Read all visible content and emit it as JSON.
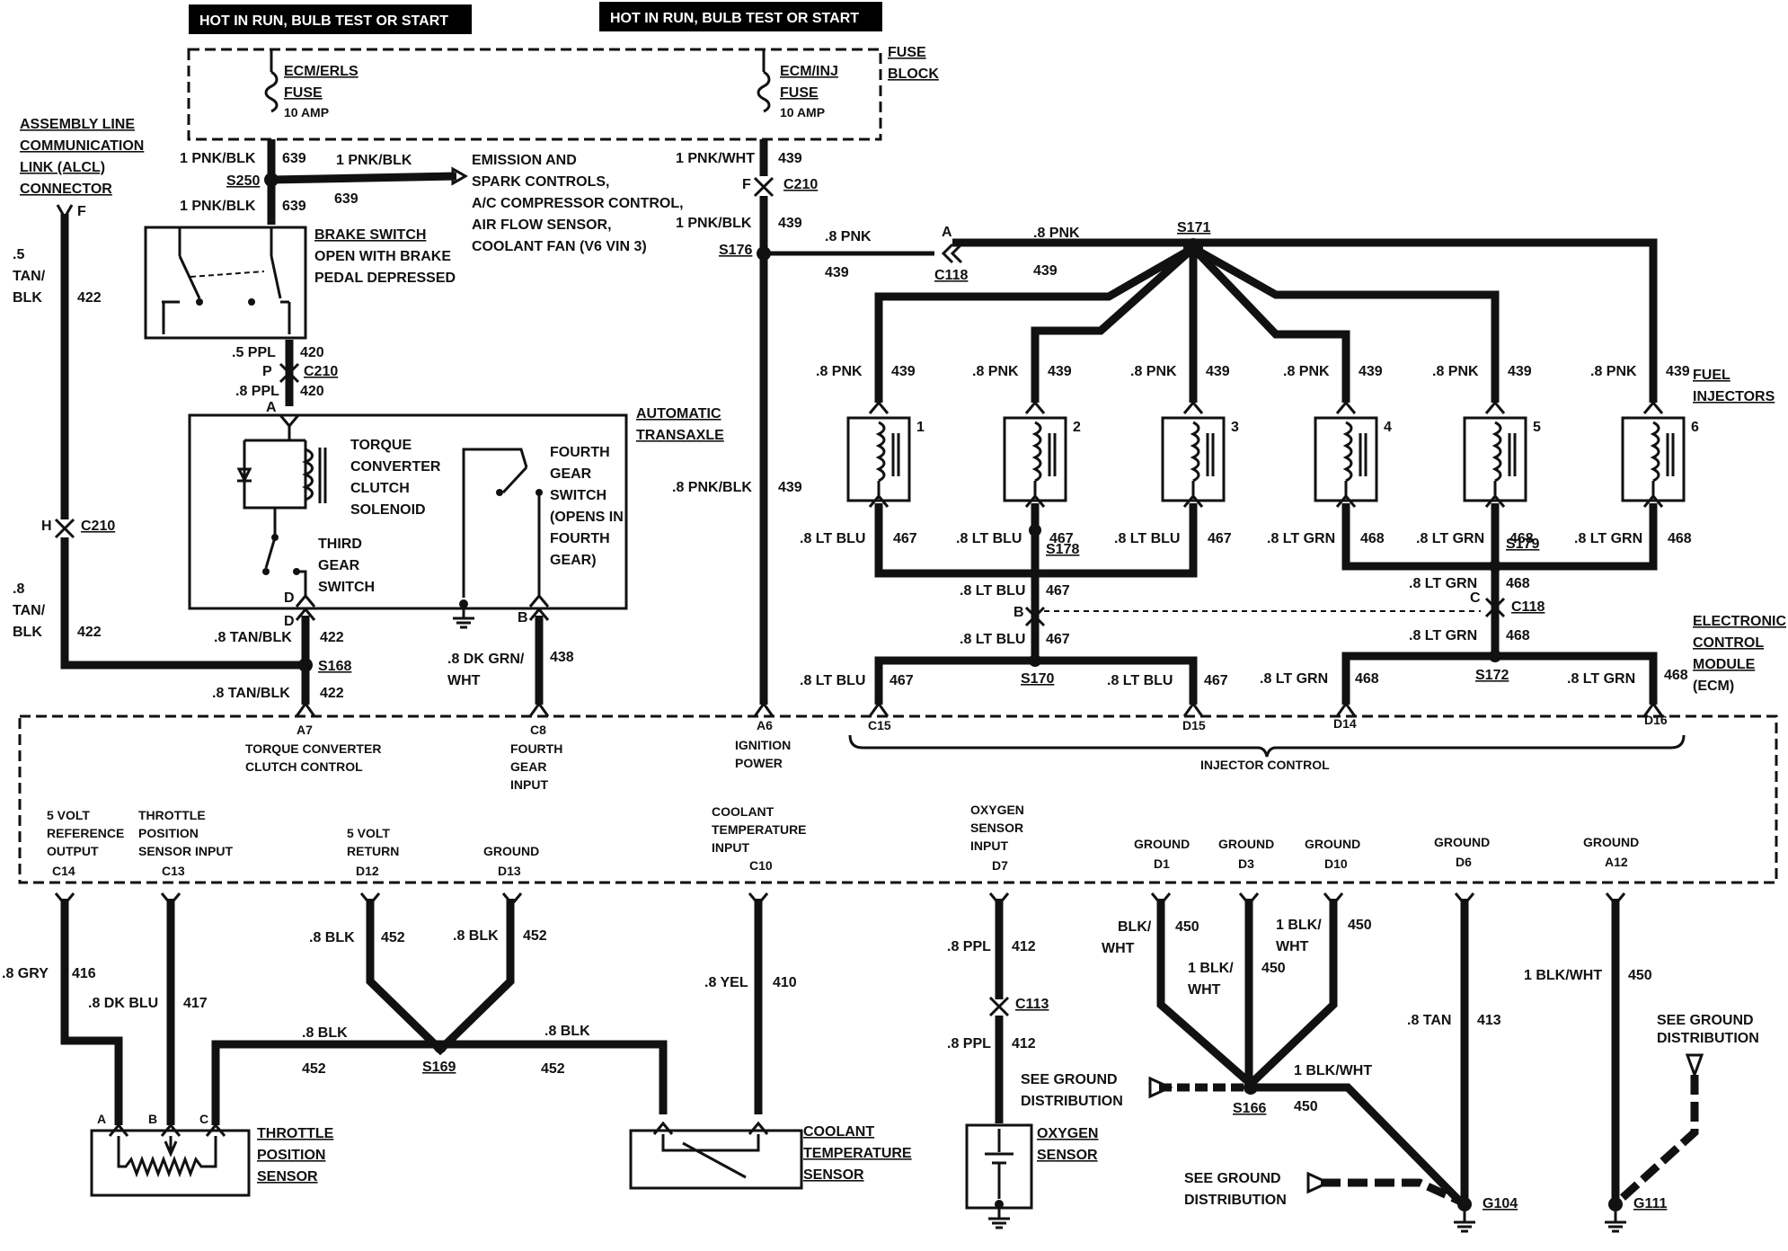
{
  "banners": [
    "HOT IN RUN, BULB TEST OR START",
    "HOT IN RUN, BULB TEST OR START"
  ],
  "fuse_block": {
    "label": [
      "FUSE",
      "BLOCK"
    ],
    "fuse1": [
      "ECM/ERLS",
      "FUSE",
      "10 AMP"
    ],
    "fuse2": [
      "ECM/INJ",
      "FUSE",
      "10 AMP"
    ]
  },
  "alcl": {
    "title": [
      "ASSEMBLY LINE",
      "COMMUNICATION",
      "LINK (ALCL)",
      "CONNECTOR"
    ],
    "pin": "F",
    "wire_top": [
      ".5",
      "TAN/",
      "BLK"
    ],
    "circuit_top": "422",
    "conn_pin": "H",
    "conn": "C210",
    "wire_bot": [
      ".8",
      "TAN/",
      "BLK"
    ],
    "circuit_bot": "422"
  },
  "left_feed": {
    "w1": "1 PNK/BLK",
    "c1": "639",
    "splice": "S250",
    "w2": "1 PNK/BLK",
    "c2": "639",
    "branch_wire": "1 PNK/BLK",
    "branch_circuit": "639",
    "branch_to": [
      "EMISSION AND",
      "SPARK CONTROLS,",
      "A/C COMPRESSOR CONTROL,",
      "AIR FLOW SENSOR,",
      "COOLANT FAN (V6 VIN 3)"
    ]
  },
  "brake_switch": {
    "title": "BRAKE SWITCH",
    "desc": [
      "OPEN WITH BRAKE",
      "PEDAL DEPRESSED"
    ],
    "w_out": ".5 PPL",
    "c_out": "420",
    "conn_pin": "P",
    "conn": "C210",
    "w_in": ".8 PPL",
    "c_in": "420"
  },
  "transaxle": {
    "title": [
      "AUTOMATIC",
      "TRANSAXLE"
    ],
    "pin_a": "A",
    "tcc": [
      "TORQUE",
      "CONVERTER",
      "CLUTCH",
      "SOLENOID"
    ],
    "third": [
      "THIRD",
      "GEAR",
      "SWITCH"
    ],
    "fourth": [
      "FOURTH",
      "GEAR",
      "SWITCH",
      "(OPENS IN",
      "FOURTH",
      "GEAR)"
    ],
    "pin_d": "D",
    "pin_b": "B"
  },
  "tcc_wire": {
    "pin": "D",
    "w1": ".8 TAN/BLK",
    "c1": "422",
    "splice": "S168",
    "w2": ".8 TAN/BLK",
    "c2": "422"
  },
  "fourth_wire": {
    "pin": "B",
    "w": [
      ".8 DK GRN/",
      "WHT"
    ],
    "c": "438"
  },
  "right_feed": {
    "w1": "1 PNK/WHT",
    "c1": "439",
    "conn_pin": "F",
    "conn": "C210",
    "w2": "1 PNK/BLK",
    "c2": "439",
    "splice": "S176",
    "w3": ".8 PNK/BLK",
    "c3": "439"
  },
  "injector_feed": {
    "w_a": ".8 PNK",
    "c_a": "439",
    "conn_pin": "A",
    "conn": "C118",
    "w_b": ".8 PNK",
    "c_b": "439",
    "splice": "S171"
  },
  "injectors": {
    "label": [
      "FUEL",
      "INJECTORS"
    ],
    "items": [
      {
        "num": "1",
        "w": ".8 PNK",
        "c": "439",
        "wo": ".8 LT BLU",
        "co": "467"
      },
      {
        "num": "2",
        "w": ".8 PNK",
        "c": "439",
        "wo": ".8 LT BLU",
        "co": "467"
      },
      {
        "num": "3",
        "w": ".8 PNK",
        "c": "439",
        "wo": ".8 LT BLU",
        "co": "467"
      },
      {
        "num": "4",
        "w": ".8 PNK",
        "c": "439",
        "wo": ".8 LT GRN",
        "co": "468"
      },
      {
        "num": "5",
        "w": ".8 PNK",
        "c": "439",
        "wo": ".8 LT GRN",
        "co": "468"
      },
      {
        "num": "6",
        "w": ".8 PNK",
        "c": "439",
        "wo": ".8 LT GRN",
        "co": "468"
      }
    ]
  },
  "bank_a": {
    "s178": "S178",
    "w1": ".8 LT BLU",
    "c1": "467",
    "conn_pin": "B",
    "conn": "C118",
    "w2": ".8 LT BLU",
    "c2": "467",
    "s170": "S170",
    "wl": ".8 LT BLU",
    "cl": "467",
    "wr": ".8 LT BLU",
    "cr": "467"
  },
  "bank_b": {
    "s179": "S179",
    "w1": ".8 LT GRN",
    "c1": "468",
    "conn_pin": "C",
    "conn": "C118",
    "w2": ".8 LT GRN",
    "c2": "468",
    "s172": "S172",
    "wl": ".8 LT GRN",
    "cl": "468",
    "wr": ".8 LT GRN",
    "cr": "468"
  },
  "ecm": {
    "label": [
      "ELECTRONIC",
      "CONTROL",
      "MODULE",
      "(ECM)"
    ],
    "top_pins": [
      {
        "pin": "A7",
        "desc": [
          "TORQUE CONVERTER",
          "CLUTCH CONTROL"
        ]
      },
      {
        "pin": "C8",
        "desc": [
          "FOURTH",
          "GEAR",
          "INPUT"
        ]
      },
      {
        "pin": "A6",
        "desc": [
          "IGNITION",
          "POWER"
        ]
      },
      {
        "pin": "C15",
        "desc": []
      },
      {
        "pin": "D15",
        "desc": []
      },
      {
        "pin": "D14",
        "desc": []
      },
      {
        "pin": "D16",
        "desc": []
      }
    ],
    "injector_control": "INJECTOR CONTROL",
    "bottom_pins": [
      {
        "pin": "C14",
        "desc": [
          "5 VOLT",
          "REFERENCE",
          "OUTPUT"
        ]
      },
      {
        "pin": "C13",
        "desc": [
          "THROTTLE",
          "POSITION",
          "SENSOR INPUT"
        ]
      },
      {
        "pin": "D12",
        "desc": [
          "5 VOLT",
          "RETURN"
        ]
      },
      {
        "pin": "D13",
        "desc": [
          "GROUND"
        ]
      },
      {
        "pin": "C10",
        "desc": [
          "COOLANT",
          "TEMPERATURE",
          "INPUT"
        ]
      },
      {
        "pin": "D7",
        "desc": [
          "OXYGEN",
          "SENSOR",
          "INPUT"
        ]
      },
      {
        "pin": "D1",
        "desc": [
          "GROUND"
        ]
      },
      {
        "pin": "D3",
        "desc": [
          "GROUND"
        ]
      },
      {
        "pin": "D10",
        "desc": [
          "GROUND"
        ]
      },
      {
        "pin": "D6",
        "desc": [
          "GROUND"
        ]
      },
      {
        "pin": "A12",
        "desc": [
          "GROUND"
        ]
      }
    ]
  },
  "tps_wires": {
    "w416": ".8 GRY",
    "c416": "416",
    "w417": ".8 DK BLU",
    "c417": "417",
    "w452a": ".8 BLK",
    "c452a": "452",
    "w452b": ".8 BLK",
    "c452b": "452",
    "w452c": ".8 BLK",
    "c452c": "452",
    "w452d": ".8 BLK",
    "c452d": "452",
    "splice": "S169"
  },
  "tps": {
    "title": [
      "THROTTLE",
      "POSITION",
      "SENSOR"
    ],
    "pins": [
      "A",
      "B",
      "C"
    ]
  },
  "cts_wire": {
    "w": ".8 YEL",
    "c": "410"
  },
  "cts": {
    "title": [
      "COOLANT",
      "TEMPERATURE",
      "SENSOR"
    ]
  },
  "o2_wire": {
    "w1": ".8 PPL",
    "c1": "412",
    "conn": "C113",
    "w2": ".8 PPL",
    "c2": "412"
  },
  "o2": {
    "title": [
      "OXYGEN",
      "SENSOR"
    ],
    "see": [
      "SEE GROUND",
      "DISTRIBUTION"
    ]
  },
  "grounds": {
    "d1_w": [
      "BLK/",
      "WHT"
    ],
    "d1_c": "450",
    "d3_w": [
      "1 BLK/",
      "WHT"
    ],
    "d3_c": "450",
    "d10_w": [
      "1 BLK/",
      "WHT"
    ],
    "d10_c": "450",
    "d6_w": ".8 TAN",
    "d6_c": "413",
    "a12_w": "1 BLK/WHT",
    "a12_c": "450",
    "s166": "S166",
    "s166_w": "1 BLK/WHT",
    "s166_c": "450",
    "see1": [
      "SEE GROUND",
      "DISTRIBUTION"
    ],
    "see2": [
      "SEE GROUND",
      "DISTRIBUTION"
    ],
    "g104": "G104",
    "g111": "G111"
  }
}
